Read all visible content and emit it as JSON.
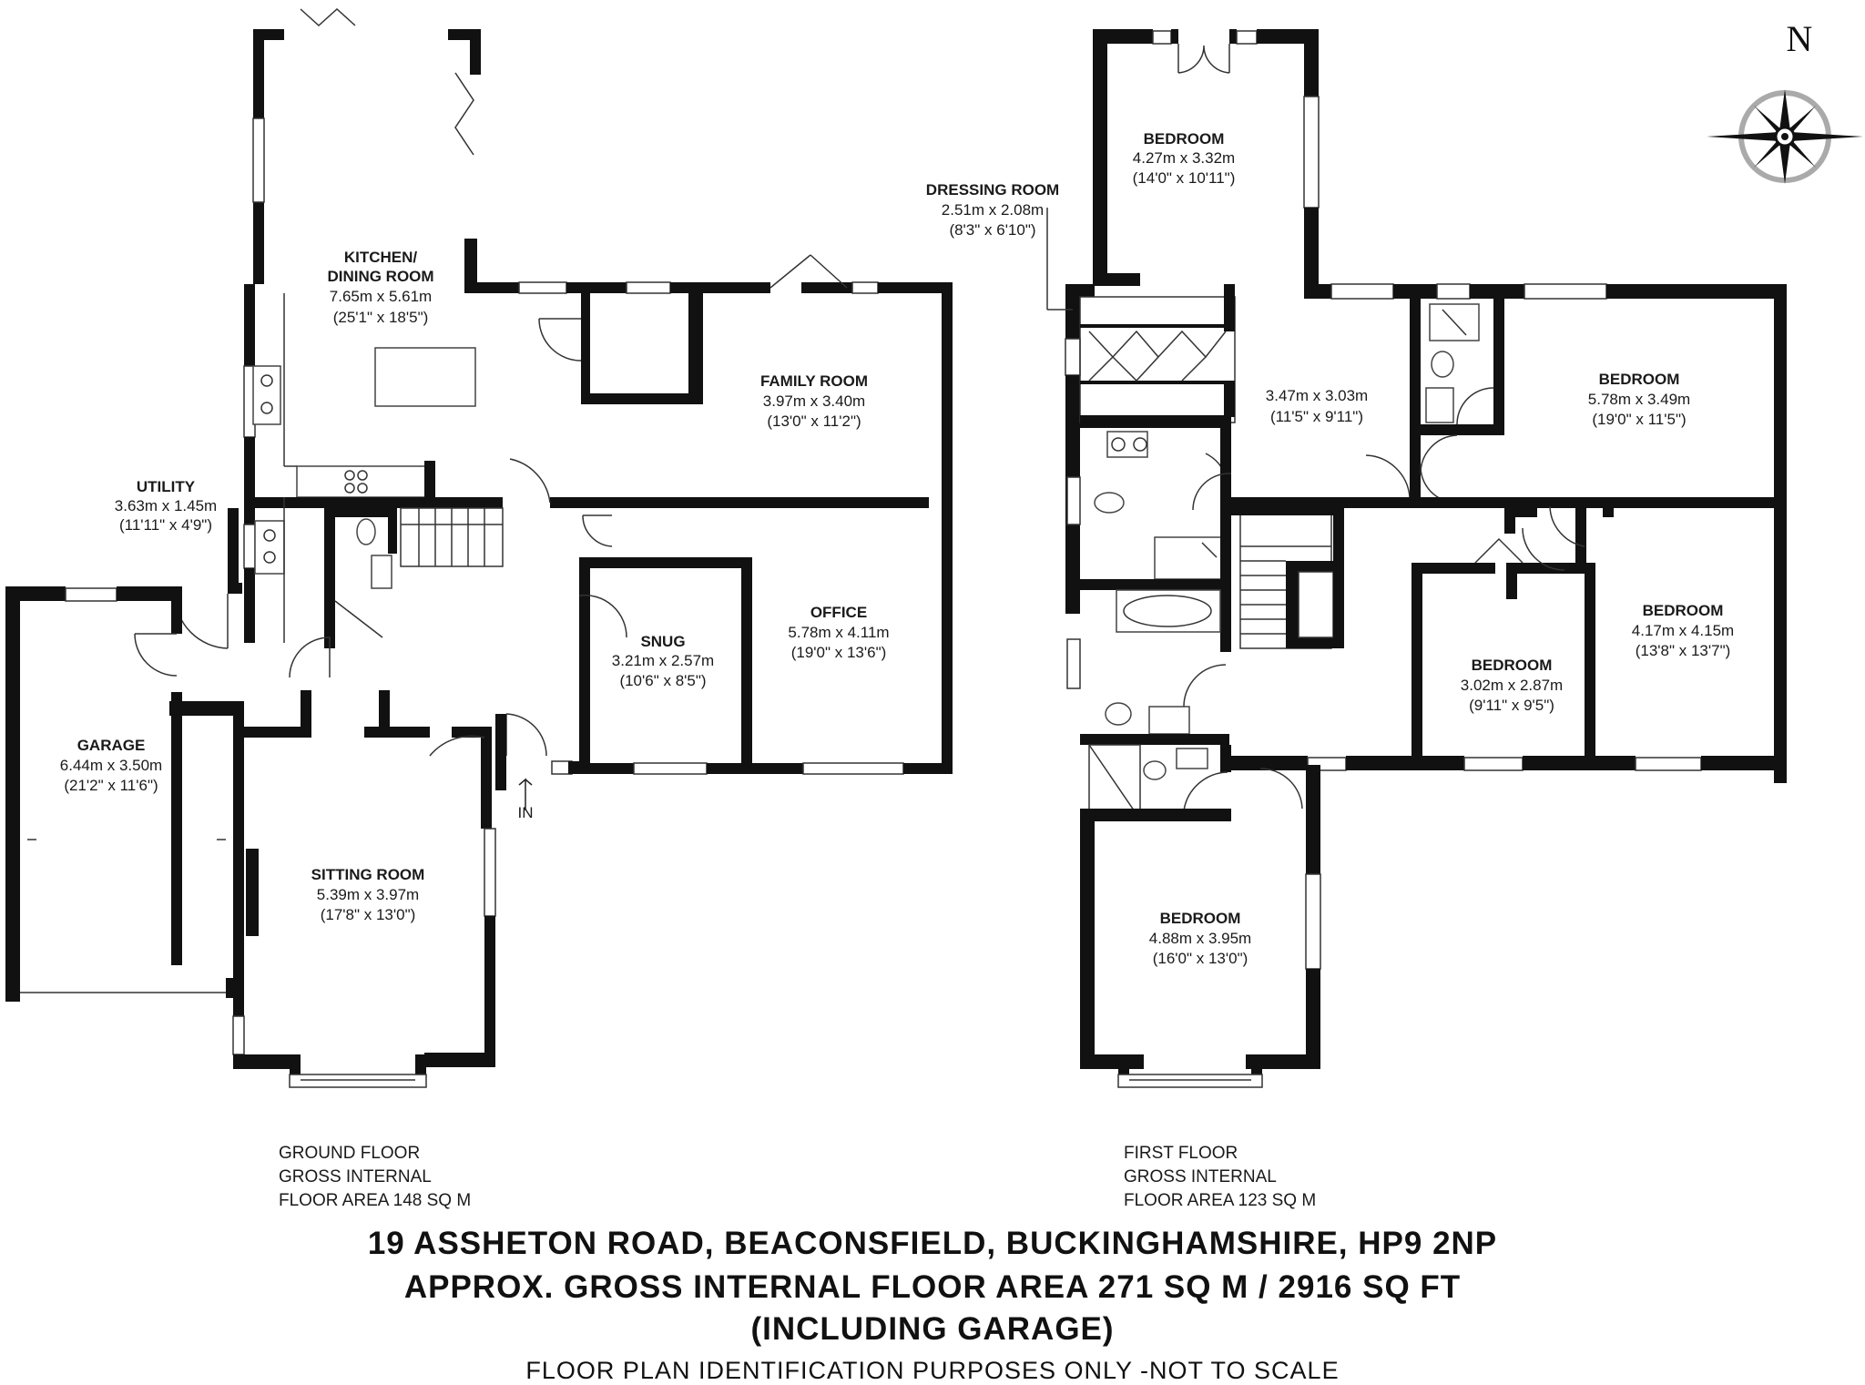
{
  "rooms": {
    "kitchen": {
      "name1": "KITCHEN/",
      "name2": "DINING ROOM",
      "metric": "7.65m x 5.61m",
      "imperial": "(25'1\" x 18'5\")"
    },
    "family": {
      "name": "FAMILY ROOM",
      "metric": "3.97m x 3.40m",
      "imperial": "(13'0\" x 11'2\")"
    },
    "utility": {
      "name": "UTILITY",
      "metric": "3.63m x 1.45m",
      "imperial": "(11'11\" x 4'9\")"
    },
    "garage": {
      "name": "GARAGE",
      "metric": "6.44m x 3.50m",
      "imperial": "(21'2\" x 11'6\")"
    },
    "snug": {
      "name": "SNUG",
      "metric": "3.21m x 2.57m",
      "imperial": "(10'6\" x 8'5\")"
    },
    "office": {
      "name": "OFFICE",
      "metric": "5.78m x 4.11m",
      "imperial": "(19'0\" x 13'6\")"
    },
    "sitting": {
      "name": "SITTING ROOM",
      "metric": "5.39m x 3.97m",
      "imperial": "(17'8\" x 13'0\")"
    },
    "entrance": {
      "label": "IN"
    },
    "dressing": {
      "name": "DRESSING ROOM",
      "metric": "2.51m x 2.08m",
      "imperial": "(8'3\" x 6'10\")"
    },
    "bed_top": {
      "name": "BEDROOM",
      "metric": "4.27m x 3.32m",
      "imperial": "(14'0\" x 10'11\")"
    },
    "landing": {
      "metric": "3.47m x 3.03m",
      "imperial": "(11'5\" x 9'11\")"
    },
    "bed_right_top": {
      "name": "BEDROOM",
      "metric": "5.78m x 3.49m",
      "imperial": "(19'0\" x 11'5\")"
    },
    "bed_right_bottom": {
      "name": "BEDROOM",
      "metric": "4.17m x 4.15m",
      "imperial": "(13'8\" x 13'7\")"
    },
    "bed_small": {
      "name": "BEDROOM",
      "metric": "3.02m x 2.87m",
      "imperial": "(9'11\" x 9'5\")"
    },
    "bed_bottom": {
      "name": "BEDROOM",
      "metric": "4.88m x 3.95m",
      "imperial": "(16'0\" x 13'0\")"
    }
  },
  "ground_floor": {
    "line1": "GROUND FLOOR",
    "line2": "GROSS INTERNAL",
    "line3": "FLOOR AREA 148 SQ M"
  },
  "first_floor": {
    "line1": "FIRST FLOOR",
    "line2": "GROSS INTERNAL",
    "line3": "FLOOR AREA 123 SQ M"
  },
  "compass": {
    "label": "N"
  },
  "footer": {
    "address": "19 ASSHETON ROAD, BEACONSFIELD, BUCKINGHAMSHIRE, HP9 2NP",
    "area": "APPROX. GROSS INTERNAL FLOOR AREA 271 SQ M / 2916 SQ FT",
    "including": "(INCLUDING GARAGE)",
    "disclaimer": "FLOOR PLAN IDENTIFICATION PURPOSES ONLY -NOT TO SCALE"
  },
  "colors": {
    "wall": "#111111",
    "background": "#ffffff"
  }
}
